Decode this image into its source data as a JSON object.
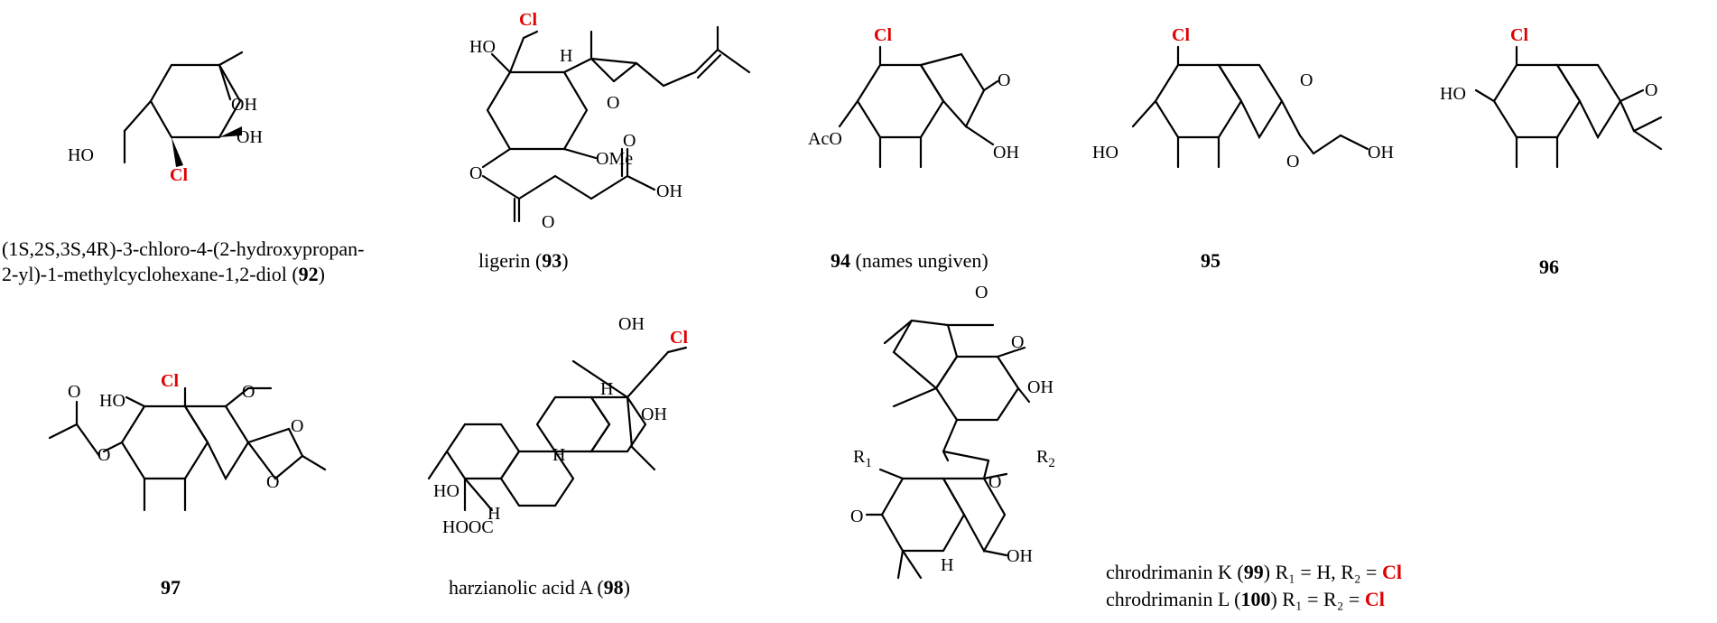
{
  "compounds": [
    {
      "id": "92",
      "caption_line1": "(1S,2S,3S,4R)-3-chloro-4-(2-hydroxypropan-",
      "caption_line2": "2-yl)-1-methylcyclohexane-1,2-diol",
      "number": "92"
    },
    {
      "id": "93",
      "name": "ligerin",
      "number": "93"
    },
    {
      "id": "94",
      "number": "94",
      "note": "(names ungiven)"
    },
    {
      "id": "95",
      "number": "95"
    },
    {
      "id": "96",
      "number": "96"
    },
    {
      "id": "97",
      "number": "97"
    },
    {
      "id": "98",
      "name": "harzianolic acid A",
      "number": "98"
    },
    {
      "id": "99",
      "name": "chrodrimanin K",
      "number": "99",
      "rest": "R₁ = H, R₂ = ",
      "cl": "Cl"
    },
    {
      "id": "100",
      "name": "chrodrimanin L",
      "number": "100",
      "rest": "R₁ = R₂ = ",
      "cl": "Cl"
    }
  ],
  "atoms": {
    "OH": "OH",
    "HO": "HO",
    "Cl": "Cl",
    "O": "O",
    "OMe": "OMe",
    "AcO": "AcO",
    "H": "H",
    "HOOC": "HOOC",
    "R1": "R",
    "R2": "R",
    "sub1": "1",
    "sub2": "2"
  },
  "colors": {
    "chlorine": "#e00000",
    "bond": "#000000"
  }
}
